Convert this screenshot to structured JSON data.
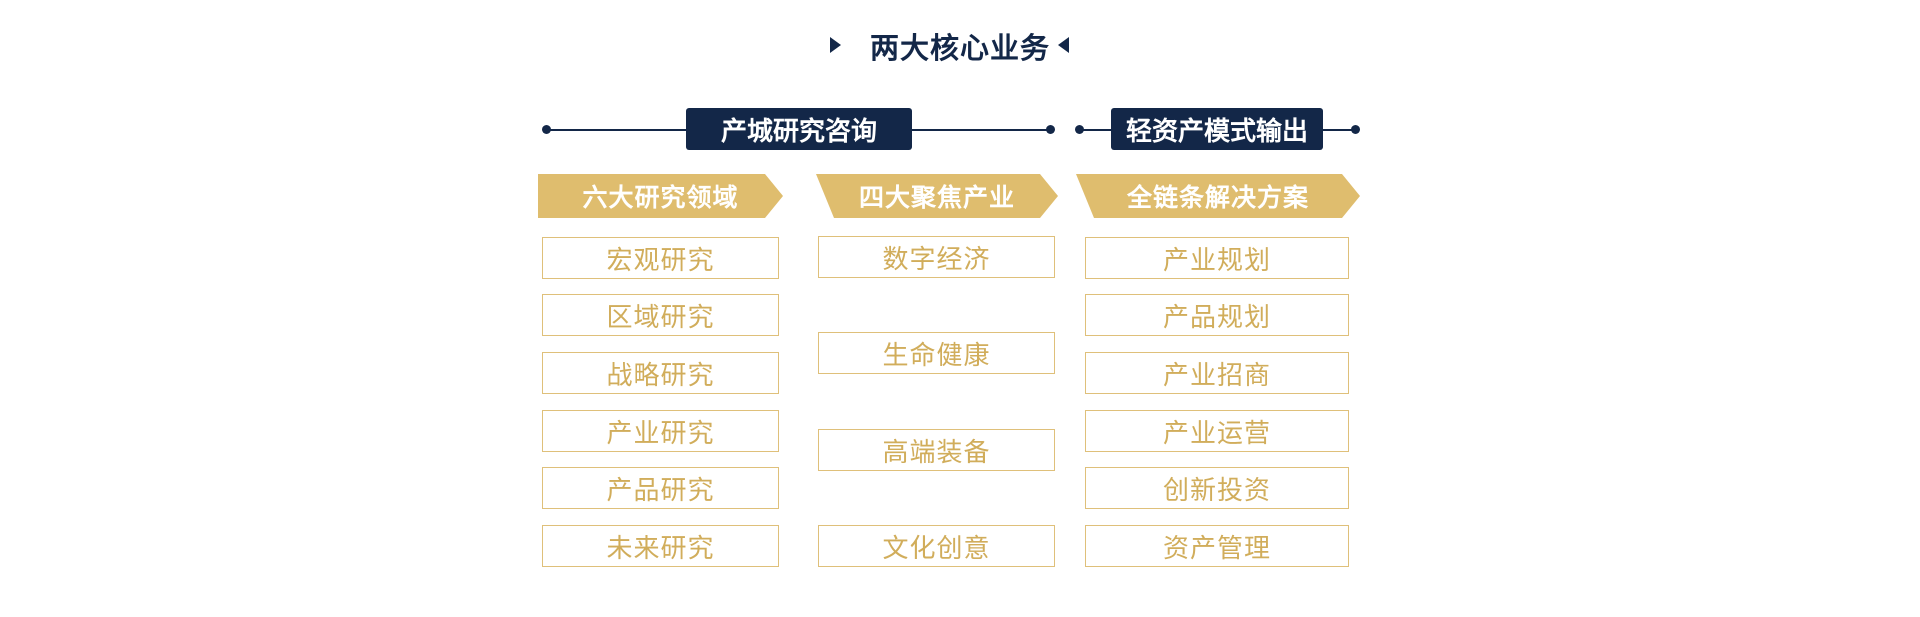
{
  "title": "两大核心业务",
  "section_left": {
    "label": "产城研究咨询"
  },
  "section_right": {
    "label": "轻资产模式输出"
  },
  "columns": [
    {
      "header": "六大研究领域",
      "items": [
        "宏观研究",
        "区域研究",
        "战略研究",
        "产业研究",
        "产品研究",
        "未来研究"
      ]
    },
    {
      "header": "四大聚焦产业",
      "items": [
        "数字经济",
        "生命健康",
        "高端装备",
        "文化创意"
      ]
    },
    {
      "header": "全链条解决方案",
      "items": [
        "产业规划",
        "产品规划",
        "产业招商",
        "产业运营",
        "创新投资",
        "资产管理"
      ]
    }
  ],
  "colors": {
    "navy": "#132748",
    "gold": "#dfbd6e",
    "gold_text": "#d1ad5b"
  }
}
